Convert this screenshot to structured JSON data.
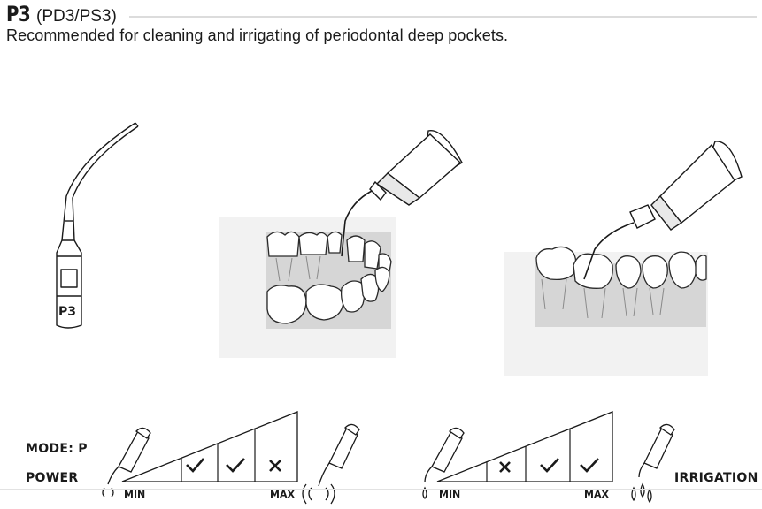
{
  "header": {
    "code": "P3",
    "variants": "(PD3/PS3)",
    "description": "Recommended for cleaning and irrigating of periodontal deep pockets."
  },
  "tip_label": "P3",
  "mode_label": "MODE: P",
  "power": {
    "label": "POWER",
    "min_label": "MIN",
    "max_label": "MAX",
    "levels": [
      "check",
      "check",
      "cross"
    ]
  },
  "irrigation": {
    "label": "IRRIGATION",
    "min_label": "MIN",
    "max_label": "MAX",
    "levels": [
      "cross",
      "check",
      "check"
    ]
  },
  "colors": {
    "ink": "#1a1a1a",
    "gum_gray": "#d4d4d4",
    "rule_gray": "#dcdcdc"
  }
}
